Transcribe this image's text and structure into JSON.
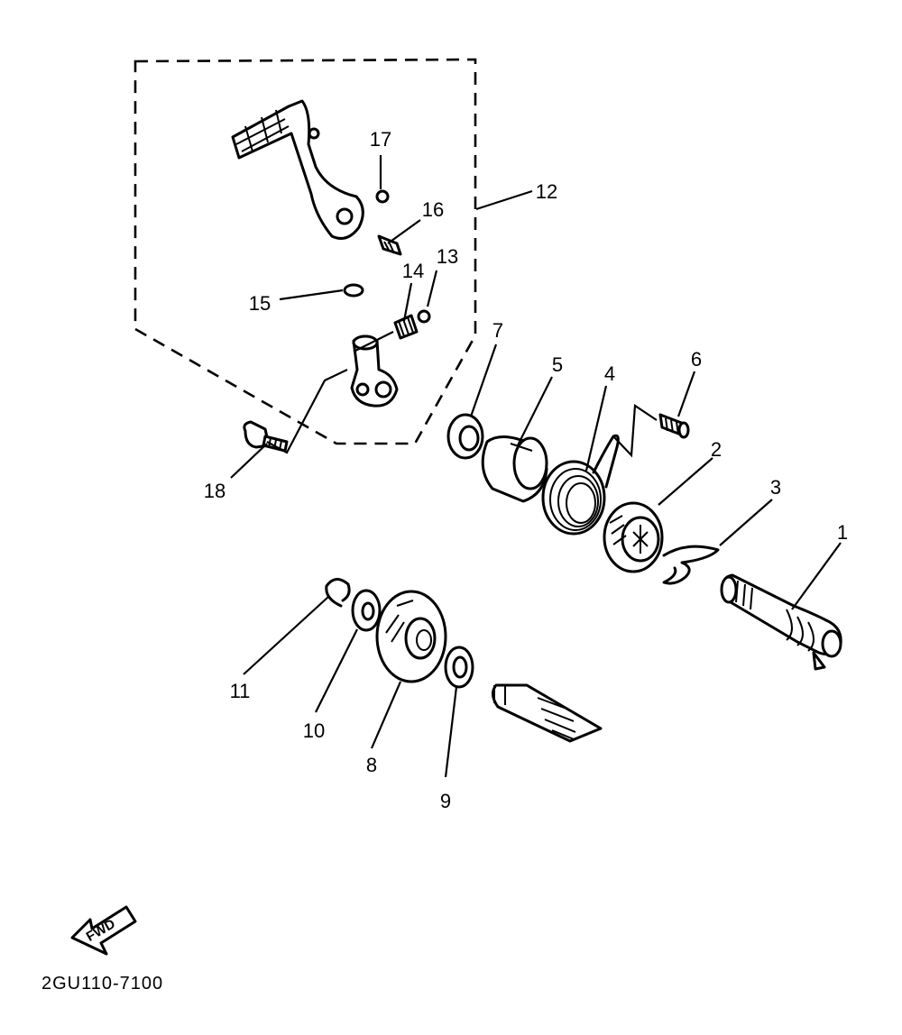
{
  "callouts": {
    "p1": "1",
    "p2": "2",
    "p3": "3",
    "p4": "4",
    "p5": "5",
    "p6": "6",
    "p7": "7",
    "p8": "8",
    "p9": "9",
    "p10": "10",
    "p11": "11",
    "p12": "12",
    "p13": "13",
    "p14": "14",
    "p15": "15",
    "p16": "16",
    "p17": "17",
    "p18": "18"
  },
  "fwd_label": "FWD",
  "diagram_code": "2GU110-7100"
}
